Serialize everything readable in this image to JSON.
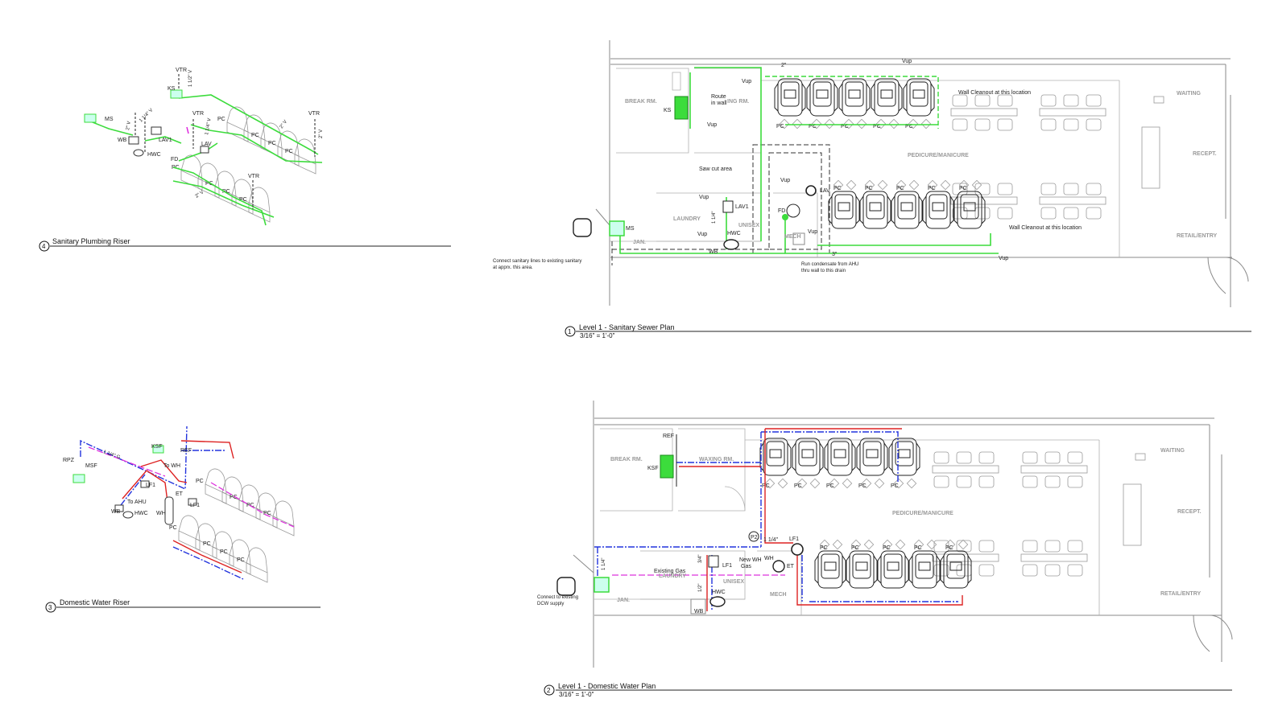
{
  "views": {
    "riser4": {
      "number": "4",
      "title": "Sanitary Plumbing Riser",
      "labels": {
        "vtr_top": "VTR",
        "ks": "KS",
        "ms": "MS",
        "wb": "WB",
        "hwc": "HWC",
        "fd": "FD",
        "lav1": "LAV1",
        "lav": "LAV",
        "vtr_mid": "VTR",
        "vtr_right": "VTR",
        "vtr_low": "VTR",
        "size_112": "1 1/2\" V",
        "size_114": "1 1/4\" V",
        "size_2v_a": "2\" V",
        "size_2v_b": "2\" V",
        "size_2v_c": "2\" V",
        "size_2v_d": "2\" V",
        "size_114b": "1 1/4\" V",
        "pc": "PC"
      }
    },
    "riser3": {
      "number": "3",
      "title": "Domestic Water Riser",
      "labels": {
        "rpz": "RPZ",
        "msf": "MSF",
        "ksf": "KSF",
        "ref": "REF",
        "to_wh": "To WH",
        "lf1a": "LF1",
        "lf1b": "LF1",
        "to_ahu": "To AHU",
        "et": "ET",
        "wb": "WB",
        "hwc": "HWC",
        "wh": "WH",
        "gas": "1 1/4\" G",
        "pc": "PC"
      }
    },
    "plan1": {
      "number": "1",
      "title": "Level 1 - Sanitary Sewer Plan",
      "scale": "3/16\" = 1'-0\"",
      "rooms": {
        "break": "BREAK RM.",
        "waxing": "ING RM.",
        "pedicure": "PEDICURE/MANICURE",
        "waiting": "WAITING",
        "recept": "RECEPT.",
        "retail": "RETAIL/ENTRY",
        "laundry": "LAUNDRY",
        "unisex": "UNISEX",
        "jan": "JAN.",
        "mech": "MECH"
      },
      "labels": {
        "vup_top": "Vup",
        "two_in": "2\"",
        "vup_a": "Vup",
        "route": "Route\nin wall",
        "ks": "KS",
        "vup_b": "Vup",
        "wall_cleanout_1": "Wall Cleanout at this location",
        "wall_cleanout_2": "Wall Cleanout at this location",
        "saw_cut": "Saw cut area",
        "vup_c": "Vup",
        "lav": "LAV",
        "fd": "FD",
        "vup_d": "Vup",
        "lav1": "LAV1",
        "hwc": "HWC",
        "wb": "WB",
        "vup_e": "Vup",
        "size_114": "1 1/4\"",
        "ms": "MS",
        "vup_f": "Vup",
        "vup_g": "Vup",
        "three_in": "3\"",
        "connect": "Connect sanitary lines to existing sanitary\nat apprx. this area.",
        "condensate": "Run condensate from AHU\nthru wall to this drain",
        "pc": "PC"
      }
    },
    "plan2": {
      "number": "2",
      "title": "Level 1 - Domestic Water Plan",
      "scale": "3/16\" = 1'-0\"",
      "rooms": {
        "break": "BREAK RM.",
        "waxing": "WAXING RM.",
        "pedicure": "PEDICURE/MANICURE",
        "waiting": "WAITING",
        "recept": "RECEPT.",
        "retail": "RETAIL/ENTRY",
        "laundry": "LAUNDRY",
        "unisex": "UNISEX",
        "jan": "JAN.",
        "mech": "MECH"
      },
      "labels": {
        "ref": "REF",
        "ksf": "KSF",
        "p2": "P2",
        "size_114": "1 1/4\"",
        "lf1": "LF1",
        "new_wh": "New WH",
        "gas": "Gas",
        "wh": "WH",
        "et": "ET",
        "existing_gas": "Existing Gas",
        "size_34": "3/4\"",
        "size_12": "1/2\"",
        "lf1b": "LF1",
        "hwc": "HWC",
        "wb": "WB",
        "size_114b": "1 1/4\"",
        "connect": "Connect to existing\nDCW supply",
        "pc": "PC"
      }
    }
  }
}
